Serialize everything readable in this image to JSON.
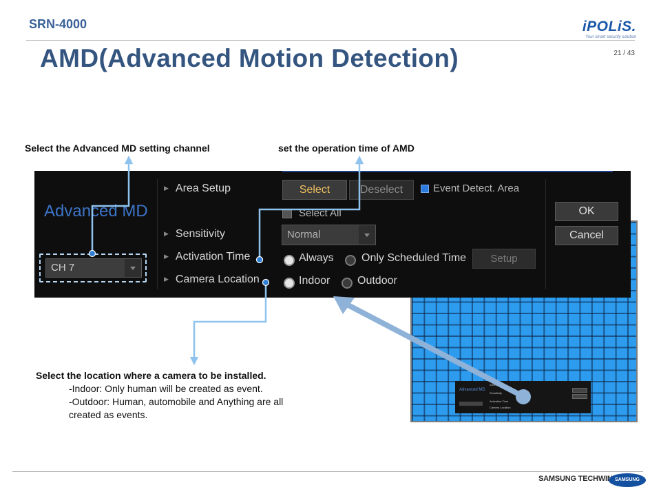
{
  "header": {
    "model": "SRN-4000",
    "title": "AMD(Advanced Motion Detection)",
    "page": "21 / 43",
    "logo_brand": "iPOLiS.",
    "logo_tagline": "Your smart security solution"
  },
  "callouts": {
    "channel": "Select the Advanced MD setting channel",
    "operation_time": "set the operation time of AMD"
  },
  "ui": {
    "heading": "Advanced MD",
    "channel_value": "CH 7",
    "area_setup_label": "Area Setup",
    "select_btn": "Select",
    "deselect_btn": "Deselect",
    "event_detect_label": "Event Detect. Area",
    "select_all_label": "Select All",
    "sensitivity_label": "Sensitivity",
    "sensitivity_value": "Normal",
    "activation_label": "Activation Time",
    "always_label": "Always",
    "scheduled_label": "Only Scheduled Time",
    "setup_btn": "Setup",
    "location_label": "Camera Location",
    "indoor_label": "Indoor",
    "outdoor_label": "Outdoor",
    "ok_btn": "OK",
    "cancel_btn": "Cancel"
  },
  "body": {
    "line1": "Select the location where a camera to be installed.",
    "line2": "-Indoor: Only human will be created as event.",
    "line3": "-Outdoor: Human, automobile and Anything  are all",
    "line4": "created as events."
  },
  "footer": {
    "company": "SAMSUNG TECHWIN",
    "brand": "SAMSUNG"
  },
  "colors": {
    "title": "#34557f",
    "accent": "#3c74c6",
    "callout_line": "#8fc3ee",
    "inset_bg": "#2d9bee"
  }
}
